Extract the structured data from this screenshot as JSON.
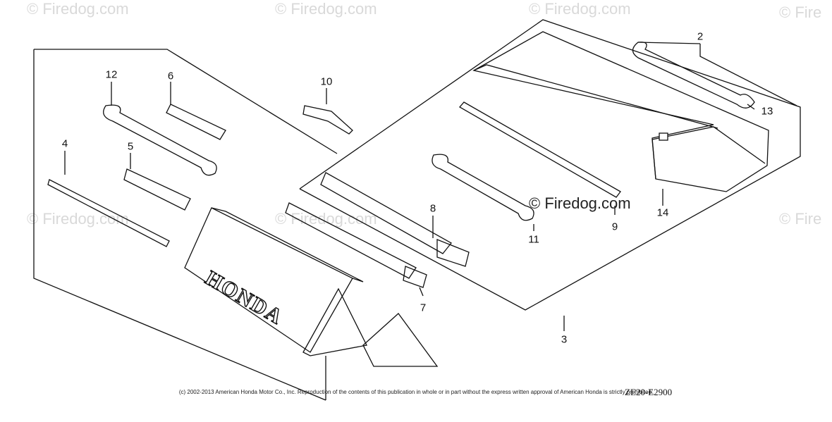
{
  "watermarks": [
    "© Firedog.com",
    "© Firedog.com",
    "© Firedog.com",
    "© Fire",
    "© Firedog.com",
    "© Firedog.com",
    "© Fire"
  ],
  "site_label": "© Firedog.com",
  "brand_text": "HONDA",
  "callouts": [
    "2",
    "3",
    "4",
    "5",
    "6",
    "7",
    "8",
    "9",
    "10",
    "11",
    "12",
    "13",
    "14"
  ],
  "copyright": "(c) 2002-2013 American Honda Motor Co., Inc. Reproduction of the contents of this publication in whole or in part without the express written approval of American Honda is strictly prohibited.",
  "diagram_code": "ZE20-E2900"
}
